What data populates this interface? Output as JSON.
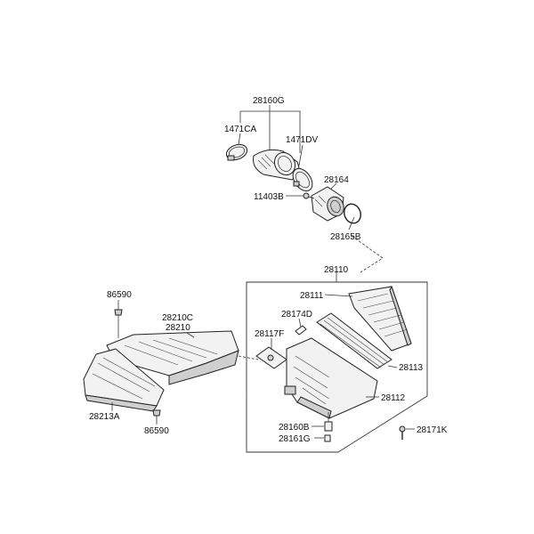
{
  "labels": {
    "p28160G": "28160G",
    "p1471CA": "1471CA",
    "p1471DV": "1471DV",
    "p28164": "28164",
    "p11403B": "11403B",
    "p28165B": "28165B",
    "p28110": "28110",
    "p28111": "28111",
    "p28174D": "28174D",
    "p28117F": "28117F",
    "p28113": "28113",
    "p28112": "28112",
    "p28160B": "28160B",
    "p28161G": "28161G",
    "p28171K": "28171K",
    "p86590a": "86590",
    "p28210C": "28210C",
    "p28210": "28210",
    "p28213A": "28213A",
    "p86590b": "86590"
  }
}
